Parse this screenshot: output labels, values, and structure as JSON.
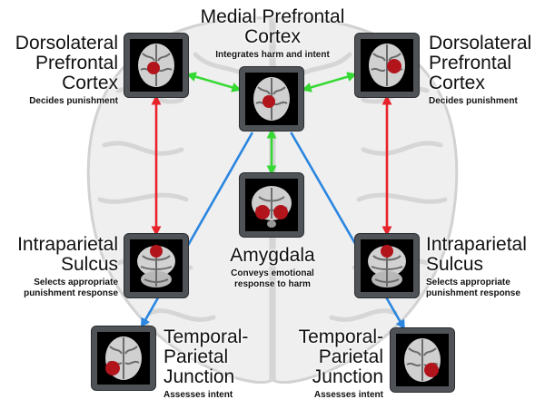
{
  "colors": {
    "arrow_red": "#e8222a",
    "arrow_green": "#36d934",
    "arrow_blue": "#2a86e0",
    "activation": "#b2141c",
    "tile_border": "#4f5256",
    "background_brain": "#dcdcdc"
  },
  "icons": {
    "background": "brain-outline-icon",
    "tile": "brain-mri-slice-icon"
  },
  "regions": {
    "mpfc": {
      "title_lines": [
        "Medial Prefrontal",
        "Cortex"
      ],
      "desc_lines": [
        "Integrates harm and intent"
      ]
    },
    "dlpfc_left": {
      "title_lines": [
        "Dorsolateral",
        "Prefrontal",
        "Cortex"
      ],
      "desc_lines": [
        "Decides punishment"
      ]
    },
    "dlpfc_right": {
      "title_lines": [
        "Dorsolateral",
        "Prefrontal",
        "Cortex"
      ],
      "desc_lines": [
        "Decides punishment"
      ]
    },
    "amygdala": {
      "title_lines": [
        "Amygdala"
      ],
      "desc_lines": [
        "Conveys emotional",
        "response to harm"
      ]
    },
    "ips_left": {
      "title_lines": [
        "Intraparietal",
        "Sulcus"
      ],
      "desc_lines": [
        "Selects appropriate",
        "punishment response"
      ]
    },
    "ips_right": {
      "title_lines": [
        "Intraparietal",
        "Sulcus"
      ],
      "desc_lines": [
        "Selects appropriate",
        "punishment response"
      ]
    },
    "tpj_left": {
      "title_lines": [
        "Temporal-",
        "Parietal",
        "Junction"
      ],
      "desc_lines": [
        "Assesses intent"
      ]
    },
    "tpj_right": {
      "title_lines": [
        "Temporal-",
        "Parietal",
        "Junction"
      ],
      "desc_lines": [
        "Assesses intent"
      ]
    }
  },
  "connections": [
    {
      "from": "dlpfc_left",
      "to": "mpfc",
      "color": "arrow_green",
      "direction": "both"
    },
    {
      "from": "dlpfc_right",
      "to": "mpfc",
      "color": "arrow_green",
      "direction": "both"
    },
    {
      "from": "amygdala",
      "to": "mpfc",
      "color": "arrow_green",
      "direction": "both"
    },
    {
      "from": "dlpfc_left",
      "to": "ips_left",
      "color": "arrow_red",
      "direction": "both"
    },
    {
      "from": "dlpfc_right",
      "to": "ips_right",
      "color": "arrow_red",
      "direction": "both"
    },
    {
      "from": "mpfc",
      "to": "tpj_left",
      "color": "arrow_blue",
      "direction": "forward"
    },
    {
      "from": "mpfc",
      "to": "tpj_right",
      "color": "arrow_blue",
      "direction": "forward"
    }
  ]
}
